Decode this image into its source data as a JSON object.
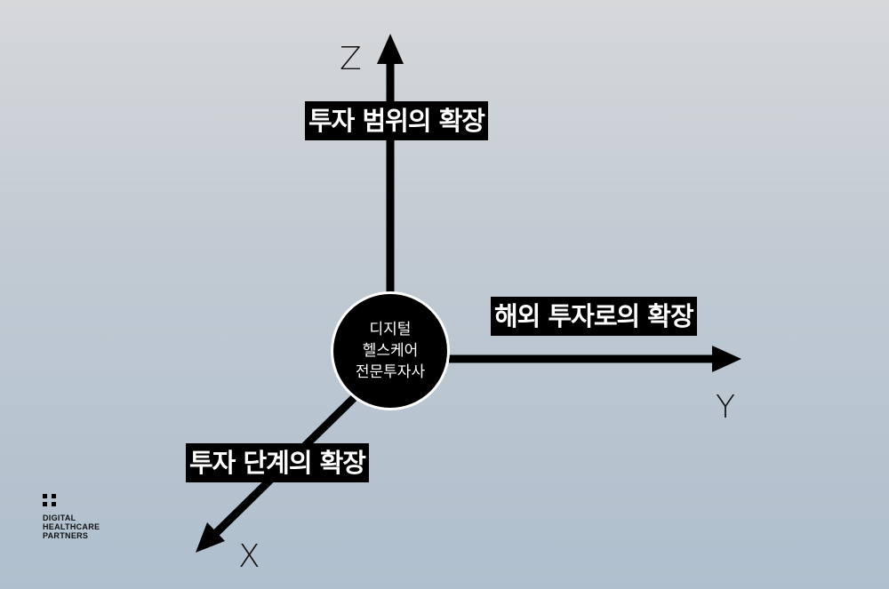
{
  "diagram": {
    "center": {
      "lines": [
        "디지털",
        "헬스케어",
        "전문투자사"
      ]
    },
    "axes": {
      "z": {
        "letter": "Z",
        "label": "투자 범위의 확장"
      },
      "y": {
        "letter": "Y",
        "label": "해외 투자로의 확장"
      },
      "x": {
        "letter": "X",
        "label": "투자 단계의 확장"
      }
    }
  },
  "logo": {
    "lines": [
      "DIGITAL",
      "HEALTHCARE",
      "PARTNERS"
    ]
  },
  "colors": {
    "arrow": "#000000",
    "label_bg": "#000000",
    "label_text": "#ffffff",
    "bg_top": "#d6d8da",
    "bg_bottom": "#afbfcd"
  }
}
